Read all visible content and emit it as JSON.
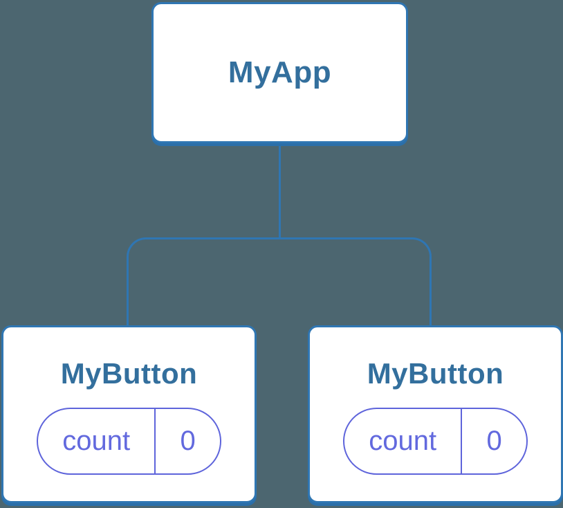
{
  "diagram": {
    "type": "component-tree",
    "root": {
      "label": "MyApp"
    },
    "children": [
      {
        "label": "MyButton",
        "state": {
          "key": "count",
          "value": "0"
        }
      },
      {
        "label": "MyButton",
        "state": {
          "key": "count",
          "value": "0"
        }
      }
    ],
    "colors": {
      "background": "#4C6670",
      "node_background": "#FFFFFF",
      "node_border": "#2F76B3",
      "node_shadow": "#2B6FA9",
      "node_title_text": "#336F9D",
      "connector_line": "#2F76B3",
      "state_pill_border": "#5E64DB",
      "state_pill_text": "#6269DE"
    }
  }
}
